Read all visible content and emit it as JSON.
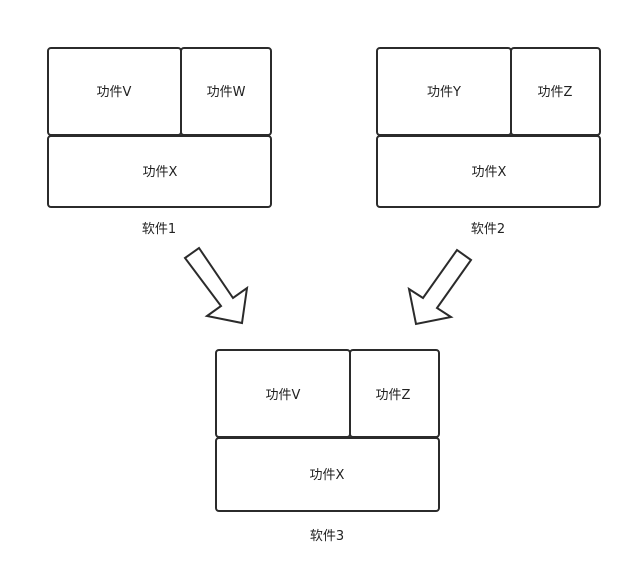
{
  "software1": {
    "title": "软件1",
    "blocks": {
      "left": "功件V",
      "right": "功件W",
      "bottom": "功件X"
    }
  },
  "software2": {
    "title": "软件2",
    "blocks": {
      "left": "功件Y",
      "right": "功件Z",
      "bottom": "功件X"
    }
  },
  "software3": {
    "title": "软件3",
    "blocks": {
      "left": "功件V",
      "right": "功件Z",
      "bottom": "功件X"
    }
  },
  "colors": {
    "stroke": "#2b2b2b",
    "text": "#222222",
    "background": "#ffffff"
  }
}
